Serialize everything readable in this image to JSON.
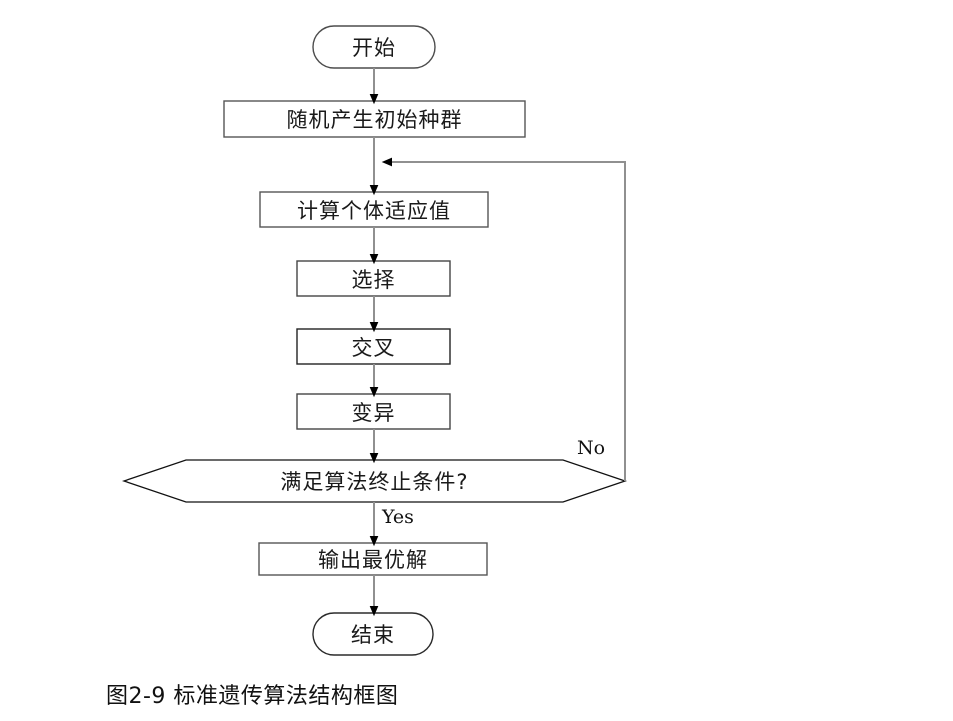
{
  "figure": {
    "caption": "图2-9  标准遗传算法结构框图",
    "background_color": "#ffffff",
    "line_color": "#808080",
    "shape_border_color": "#555555",
    "arrow_color": "#000000",
    "text_color": "#1a1a1a"
  },
  "nodes": {
    "start": {
      "label": "开始",
      "shape": "rounded-terminator"
    },
    "init_population": {
      "label": "随机产生初始种群",
      "shape": "process-box"
    },
    "fitness": {
      "label": "计算个体适应值",
      "shape": "process-box"
    },
    "selection": {
      "label": "选择",
      "shape": "process-box"
    },
    "crossover": {
      "label": "交叉",
      "shape": "process-box"
    },
    "mutation": {
      "label": "变异",
      "shape": "process-box"
    },
    "decision": {
      "label": "满足算法终止条件?",
      "shape": "hexagon-decision"
    },
    "output": {
      "label": "输出最优解",
      "shape": "process-box"
    },
    "end": {
      "label": "结束",
      "shape": "rounded-terminator"
    }
  },
  "edge_labels": {
    "no": "No",
    "yes": "Yes"
  }
}
